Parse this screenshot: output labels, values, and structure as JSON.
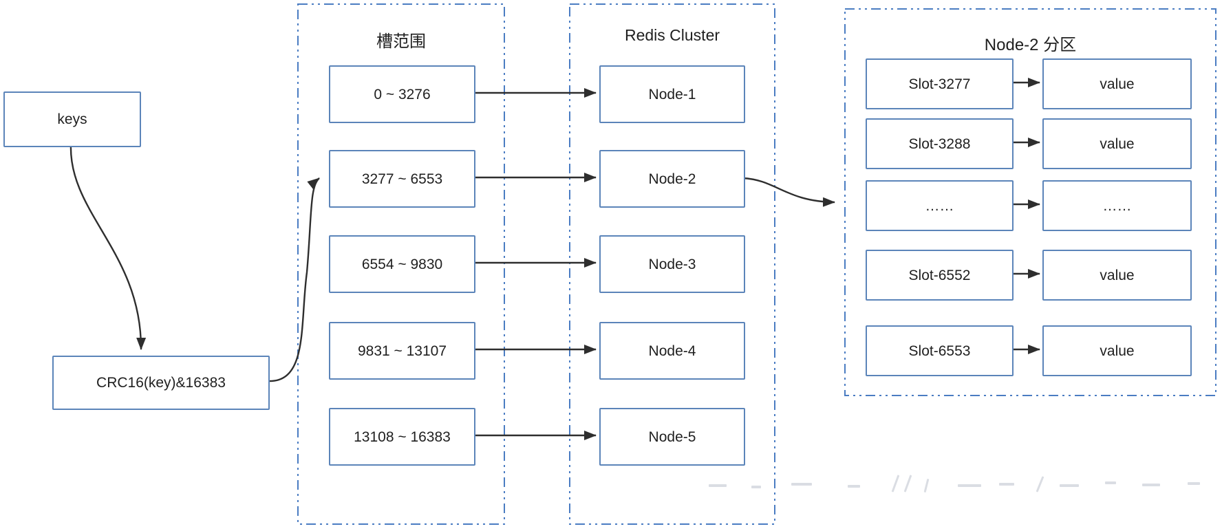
{
  "keys_box": {
    "label": "keys"
  },
  "hash_box": {
    "label": "CRC16(key)&16383"
  },
  "slot_ranges": {
    "title": "槽范围",
    "items": [
      "0 ~ 3276",
      "3277 ~ 6553",
      "6554 ~ 9830",
      "9831 ~ 13107",
      "13108 ~ 16383"
    ]
  },
  "cluster": {
    "title": "Redis Cluster",
    "nodes": [
      "Node-1",
      "Node-2",
      "Node-3",
      "Node-4",
      "Node-5"
    ]
  },
  "partition": {
    "title": "Node-2 分区",
    "slots": [
      "Slot-3277",
      "Slot-3288",
      "……",
      "Slot-6552",
      "Slot-6553"
    ],
    "values": [
      "value",
      "value",
      "……",
      "value",
      "value"
    ]
  },
  "colors": {
    "box_border": "#5b84b9",
    "container_border": "#4a7cc2",
    "arrow": "#2e2e2e",
    "text": "#1f1f1f",
    "background": "#ffffff"
  }
}
